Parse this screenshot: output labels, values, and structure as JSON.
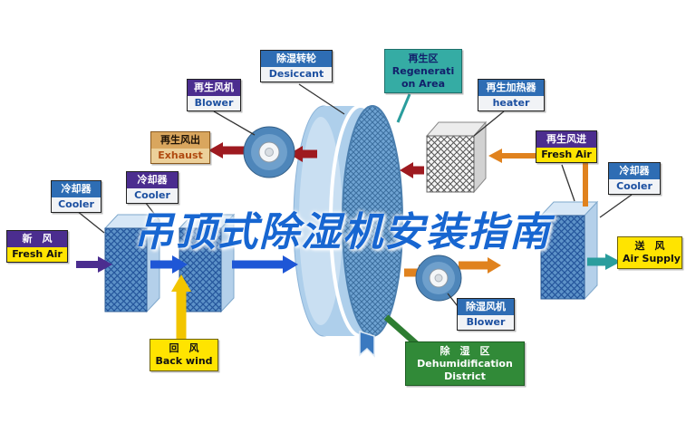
{
  "title": "吊顶式除湿机安装指南",
  "labels": {
    "regen_blower": {
      "zh": "再生风机",
      "en": "Blower"
    },
    "desiccant": {
      "zh": "除湿转轮",
      "en": "Desiccant"
    },
    "regeneration_area": {
      "line1": "再生区",
      "line2": "Regenerati",
      "line3": "on Area"
    },
    "regen_heater": {
      "zh": "再生加热器",
      "en": "heater"
    },
    "exhaust": {
      "zh": "再生风出",
      "en": "Exhaust"
    },
    "cooler_mid_left": {
      "zh": "冷却器",
      "en": "Cooler"
    },
    "cooler_far_left": {
      "zh": "冷却器",
      "en": "Cooler"
    },
    "fresh_air_regen": {
      "zh": "再生风进",
      "en": "Fresh Air"
    },
    "cooler_right": {
      "zh": "冷却器",
      "en": "Cooler"
    },
    "fresh_air_intake": {
      "zh": "新　风",
      "en": "Fresh Air"
    },
    "air_supply": {
      "zh": "送　风",
      "en": "Air Supply"
    },
    "back_wind": {
      "zh": "回　风",
      "en": "Back wind"
    },
    "dehum_blower": {
      "zh": "除湿风机",
      "en": "Blower"
    },
    "dehum_district": {
      "zh": "除　湿　区",
      "en1": "Dehumidification",
      "en2": "District"
    }
  },
  "colors": {
    "title_blue": "#1766d1",
    "header_blue": "#2e6db4",
    "header_purple": "#4b2d8f",
    "teal": "#2fa8a0",
    "yellow": "#ffe400",
    "green": "#318a38",
    "tan": "#d9a65e",
    "arrow_dark_red": "#9e1a20",
    "arrow_orange": "#e0821e",
    "arrow_blue": "#1e56d6"
  }
}
